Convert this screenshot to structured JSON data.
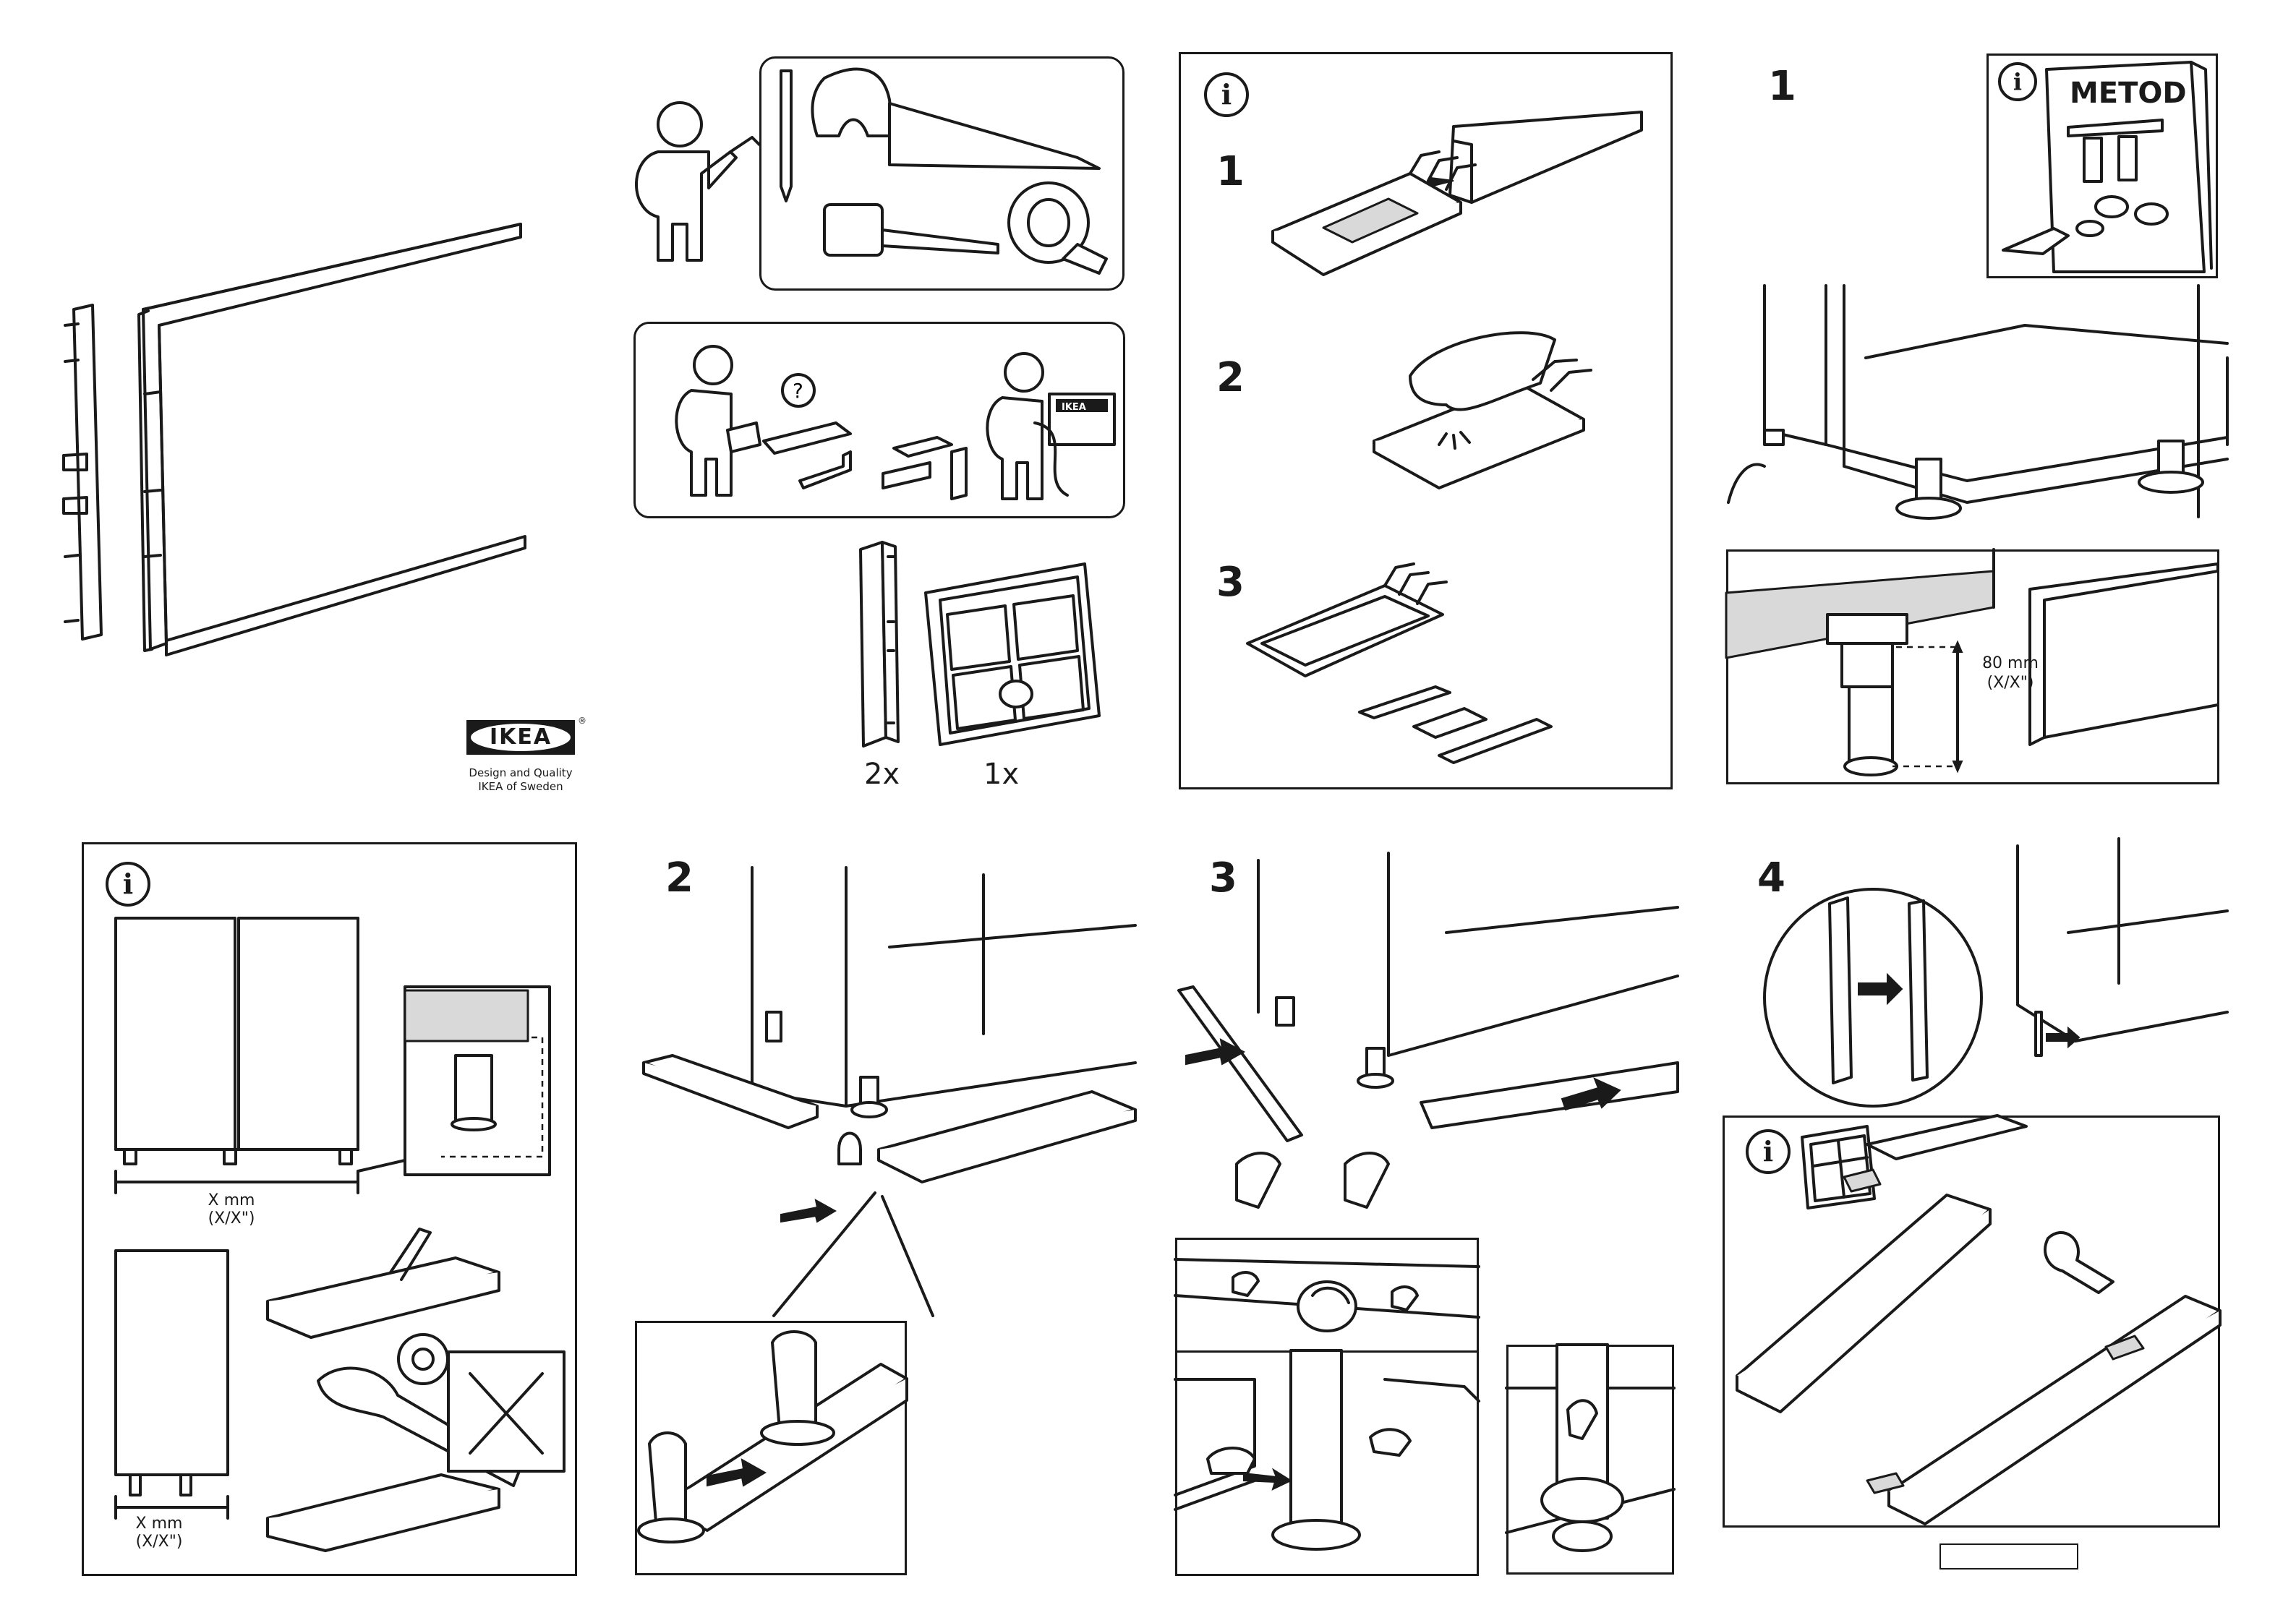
{
  "brand": {
    "logo_text": "IKEA",
    "tagline_line1": "Design and Quality",
    "tagline_line2": "IKEA of Sweden"
  },
  "parts": {
    "part_a_qty": "2x",
    "part_b_qty": "1x"
  },
  "info_symbol": "i",
  "panel_top_left": {
    "steps": [
      "1",
      "2",
      "3"
    ]
  },
  "panel_top_right": {
    "step": "1",
    "booklet_title": "METOD",
    "measurement_value": "80 mm",
    "measurement_unit": "(X/X\")"
  },
  "panel_bottom_left": {
    "measure_top_value": "X mm",
    "measure_top_unit": "(X/X\")",
    "measure_bottom_value": "X mm",
    "measure_bottom_unit": "(X/X\")"
  },
  "steps_bottom": {
    "step2": "2",
    "step3": "3",
    "step4": "4"
  },
  "colors": {
    "line": "#1a1a1a",
    "paper": "#ffffff",
    "shade": "#d9d9d9"
  }
}
